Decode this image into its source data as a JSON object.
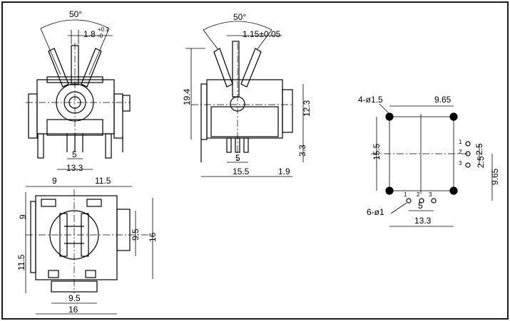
{
  "front_view": {
    "angle": "50°",
    "shaft_width": "1.8",
    "shaft_tol_top": "+0.1",
    "shaft_tol_bottom": "-0",
    "pin_pitch": "5",
    "base_width": "13.3"
  },
  "side_view": {
    "angle": "50°",
    "shaft_width": "1.15±0.05",
    "height_total": "19.4",
    "height_body": "12.3",
    "pin_length": "3.3",
    "pin_pitch": "5",
    "body_width": "15.5",
    "offset": "1.9"
  },
  "top_view": {
    "width_left": "9",
    "width_right": "11.5",
    "height_top": "9",
    "height_bottom": "11.5",
    "inner_height": "9.5",
    "outer_height": "16",
    "inner_width": "9.5",
    "outer_width": "16"
  },
  "footprint": {
    "mount_holes": "4-ø1.5",
    "hole_spacing_x": "9.65",
    "hole_spacing_y": "15.5",
    "pin_spacing_a": "2.5",
    "pin_spacing_b": "2.5",
    "pin_offset": "9.65",
    "pin_pitch": "5",
    "pin_span": "13.3",
    "pin_holes": "6-ø1",
    "pin_labels": [
      "1",
      "2",
      "3",
      "1",
      "2",
      "3"
    ]
  }
}
